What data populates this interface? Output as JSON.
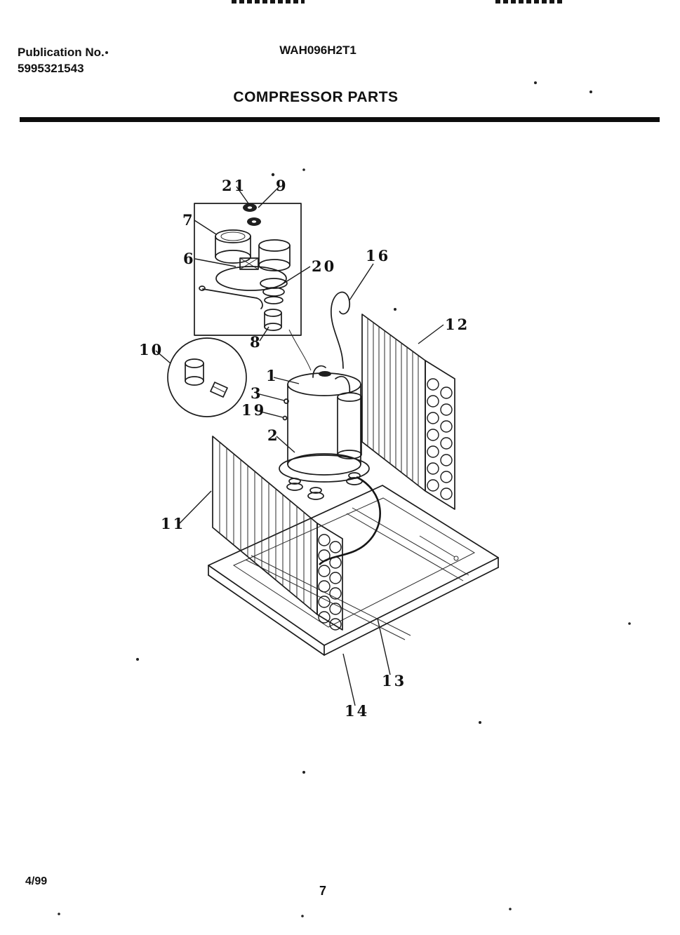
{
  "header": {
    "publication_label": "Publication No.",
    "publication_number": "5995321543",
    "model_number": "WAH096H2T1",
    "title": "COMPRESSOR PARTS"
  },
  "footer": {
    "date_code": "4/99",
    "page_number": "7"
  },
  "diagram": {
    "callouts": [
      "21",
      "9",
      "7",
      "6",
      "20",
      "16",
      "12",
      "10",
      "8",
      "1",
      "3",
      "19",
      "2",
      "11",
      "13",
      "14"
    ]
  },
  "colors": {
    "ink": "#111111",
    "paper": "#ffffff"
  }
}
